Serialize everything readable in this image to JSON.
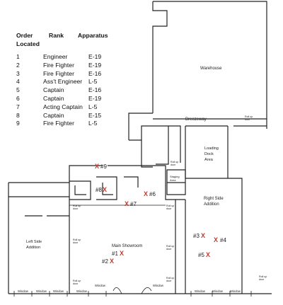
{
  "legend": {
    "headers": {
      "order": "Order\nLocated",
      "rank": "Rank",
      "apparatus": "Apparatus"
    },
    "rows": [
      {
        "order": "1",
        "rank": "Engineer",
        "apparatus": "E-19"
      },
      {
        "order": "2",
        "rank": "Fire Fighter",
        "apparatus": "E-19"
      },
      {
        "order": "3",
        "rank": "Fire Fighter",
        "apparatus": "E-16"
      },
      {
        "order": "4",
        "rank": "Ass't Engineer",
        "apparatus": "L-5"
      },
      {
        "order": "5",
        "rank": "Captain",
        "apparatus": "E-16"
      },
      {
        "order": "6",
        "rank": "Captain",
        "apparatus": "E-19"
      },
      {
        "order": "7",
        "rank": "Acting Captain",
        "apparatus": "L-5"
      },
      {
        "order": "8",
        "rank": "Captain",
        "apparatus": "E-15"
      },
      {
        "order": "9",
        "rank": "Fire Fighter",
        "apparatus": "L-5"
      }
    ]
  },
  "labels": {
    "warehouse": "Warehouse",
    "breezeway": "Breezeway",
    "loading_dock": "Loading\nDock\nArea",
    "staging_area": "Staging\nArea",
    "right_side": "Right Side\nAddition",
    "left_side": "Left Side\nAddition",
    "main_showroom": "Main Showroom",
    "roll_up_door": "Roll up\ndoor",
    "window": "Window"
  },
  "markers": {
    "m1": "#1",
    "m2": "#2",
    "m3": "#3",
    "m4": "#4",
    "m5": "#5",
    "m6": "#6",
    "m7": "#7",
    "m8": "#8",
    "m9": "#9",
    "x": "X"
  },
  "colors": {
    "marker": "#c0392b",
    "wall": "#222222"
  }
}
